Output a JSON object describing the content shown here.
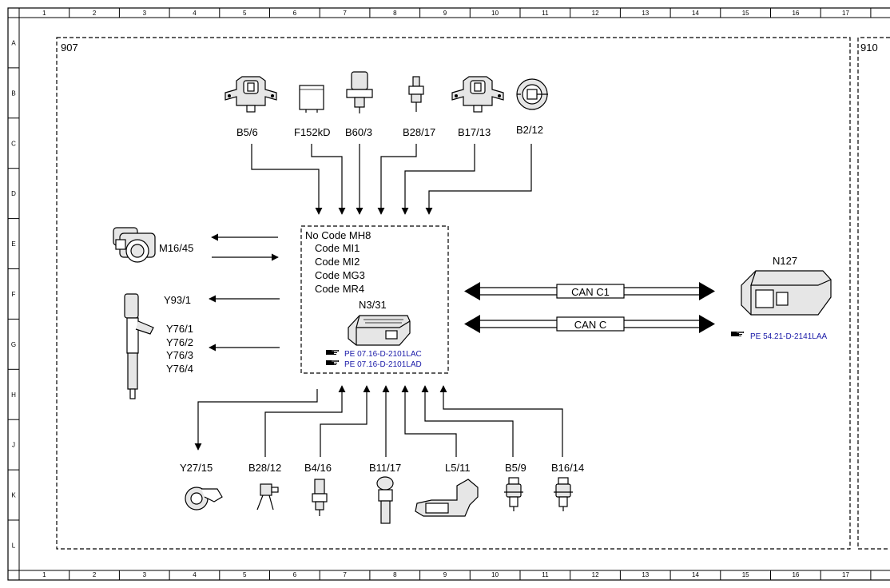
{
  "grid": {
    "columns": [
      "1",
      "2",
      "3",
      "4",
      "5",
      "6",
      "7",
      "8",
      "9",
      "10",
      "11",
      "12",
      "13",
      "14",
      "15",
      "16",
      "17"
    ],
    "rows": [
      "A",
      "B",
      "C",
      "D",
      "E",
      "F",
      "G",
      "H",
      "J",
      "K",
      "L"
    ]
  },
  "sections": {
    "left": "907",
    "right": "910"
  },
  "control_unit": {
    "codes": [
      "No Code MH8",
      "Code MI1",
      "Code MI2",
      "Code MG3",
      "Code MR4"
    ],
    "name": "N3/31",
    "refs": [
      "PE 07.16-D-2101LAC",
      "PE 07.16-D-2101LAD"
    ]
  },
  "top_inputs": [
    "B5/6",
    "F152kD",
    "B60/3",
    "B28/17",
    "B17/13",
    "B2/12"
  ],
  "left_outputs": {
    "m16": "M16/45",
    "y93": "Y93/1",
    "y76": [
      "Y76/1",
      "Y76/2",
      "Y76/3",
      "Y76/4"
    ]
  },
  "bottom": [
    "Y27/15",
    "B28/12",
    "B4/16",
    "B11/17",
    "L5/11",
    "B5/9",
    "B16/14"
  ],
  "can": {
    "c1": "CAN C1",
    "c": "CAN C"
  },
  "n127": {
    "name": "N127",
    "ref": "PE 54.21-D-2141LAA"
  },
  "icons": {
    "ref": "pointing-hand-icon"
  }
}
